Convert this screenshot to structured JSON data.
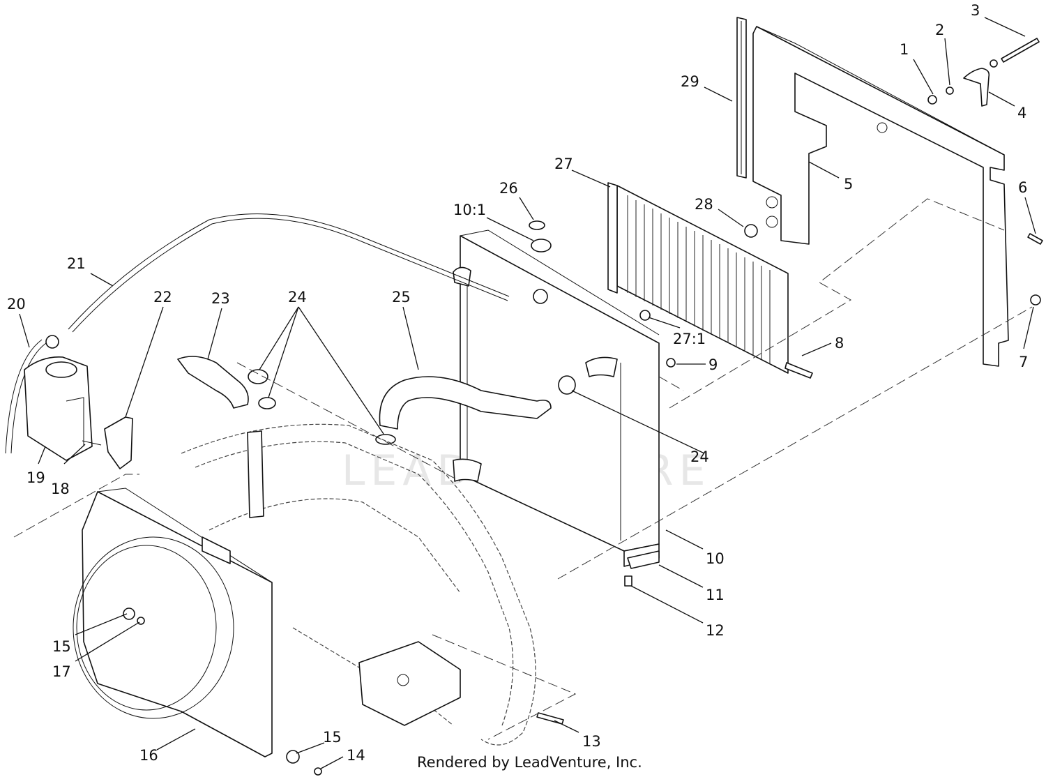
{
  "diagram": {
    "credit": "Rendered by LeadVenture, Inc.",
    "watermark": "LEADVENTURE",
    "labels": [
      {
        "id": "1",
        "text": "1"
      },
      {
        "id": "2",
        "text": "2"
      },
      {
        "id": "3",
        "text": "3"
      },
      {
        "id": "4",
        "text": "4"
      },
      {
        "id": "5",
        "text": "5"
      },
      {
        "id": "6",
        "text": "6"
      },
      {
        "id": "7",
        "text": "7"
      },
      {
        "id": "8",
        "text": "8"
      },
      {
        "id": "9",
        "text": "9"
      },
      {
        "id": "10",
        "text": "10"
      },
      {
        "id": "10_1",
        "text": "10:1"
      },
      {
        "id": "11",
        "text": "11"
      },
      {
        "id": "12",
        "text": "12"
      },
      {
        "id": "13",
        "text": "13"
      },
      {
        "id": "14",
        "text": "14"
      },
      {
        "id": "15a",
        "text": "15"
      },
      {
        "id": "15b",
        "text": "15"
      },
      {
        "id": "16",
        "text": "16"
      },
      {
        "id": "17",
        "text": "17"
      },
      {
        "id": "18",
        "text": "18"
      },
      {
        "id": "19",
        "text": "19"
      },
      {
        "id": "20",
        "text": "20"
      },
      {
        "id": "21",
        "text": "21"
      },
      {
        "id": "22",
        "text": "22"
      },
      {
        "id": "23",
        "text": "23"
      },
      {
        "id": "24a",
        "text": "24"
      },
      {
        "id": "24b",
        "text": "24"
      },
      {
        "id": "25",
        "text": "25"
      },
      {
        "id": "26",
        "text": "26"
      },
      {
        "id": "27",
        "text": "27"
      },
      {
        "id": "27_1",
        "text": "27:1"
      },
      {
        "id": "28",
        "text": "28"
      },
      {
        "id": "29",
        "text": "29"
      }
    ]
  }
}
